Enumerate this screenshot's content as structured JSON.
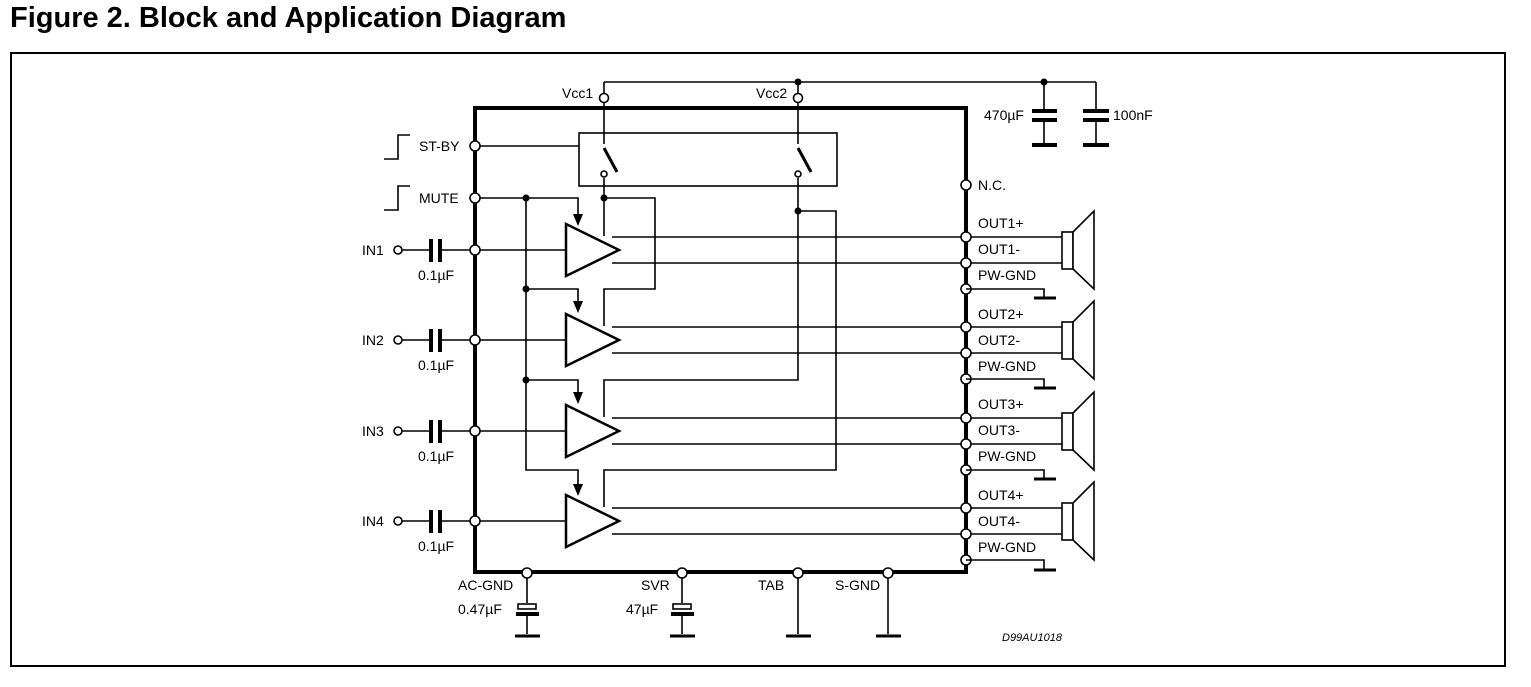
{
  "figure": {
    "title": "Figure 2. Block and Application Diagram",
    "code": "D99AU1018"
  },
  "supply": {
    "vcc1": "Vcc1",
    "vcc2": "Vcc2",
    "cap_bulk": "470µF",
    "cap_decouple": "100nF"
  },
  "control": {
    "standby": "ST-BY",
    "mute": "MUTE",
    "nc": "N.C."
  },
  "inputs": [
    {
      "label": "IN1",
      "cap": "0.1µF"
    },
    {
      "label": "IN2",
      "cap": "0.1µF"
    },
    {
      "label": "IN3",
      "cap": "0.1µF"
    },
    {
      "label": "IN4",
      "cap": "0.1µF"
    }
  ],
  "outputs": [
    {
      "plus": "OUT1+",
      "minus": "OUT1-",
      "gnd": "PW-GND"
    },
    {
      "plus": "OUT2+",
      "minus": "OUT2-",
      "gnd": "PW-GND"
    },
    {
      "plus": "OUT3+",
      "minus": "OUT3-",
      "gnd": "PW-GND"
    },
    {
      "plus": "OUT4+",
      "minus": "OUT4-",
      "gnd": "PW-GND"
    }
  ],
  "bottom_pins": {
    "ac_gnd": "AC-GND",
    "ac_gnd_cap": "0.47µF",
    "svr": "SVR",
    "svr_cap": "47µF",
    "tab": "TAB",
    "s_gnd": "S-GND"
  }
}
